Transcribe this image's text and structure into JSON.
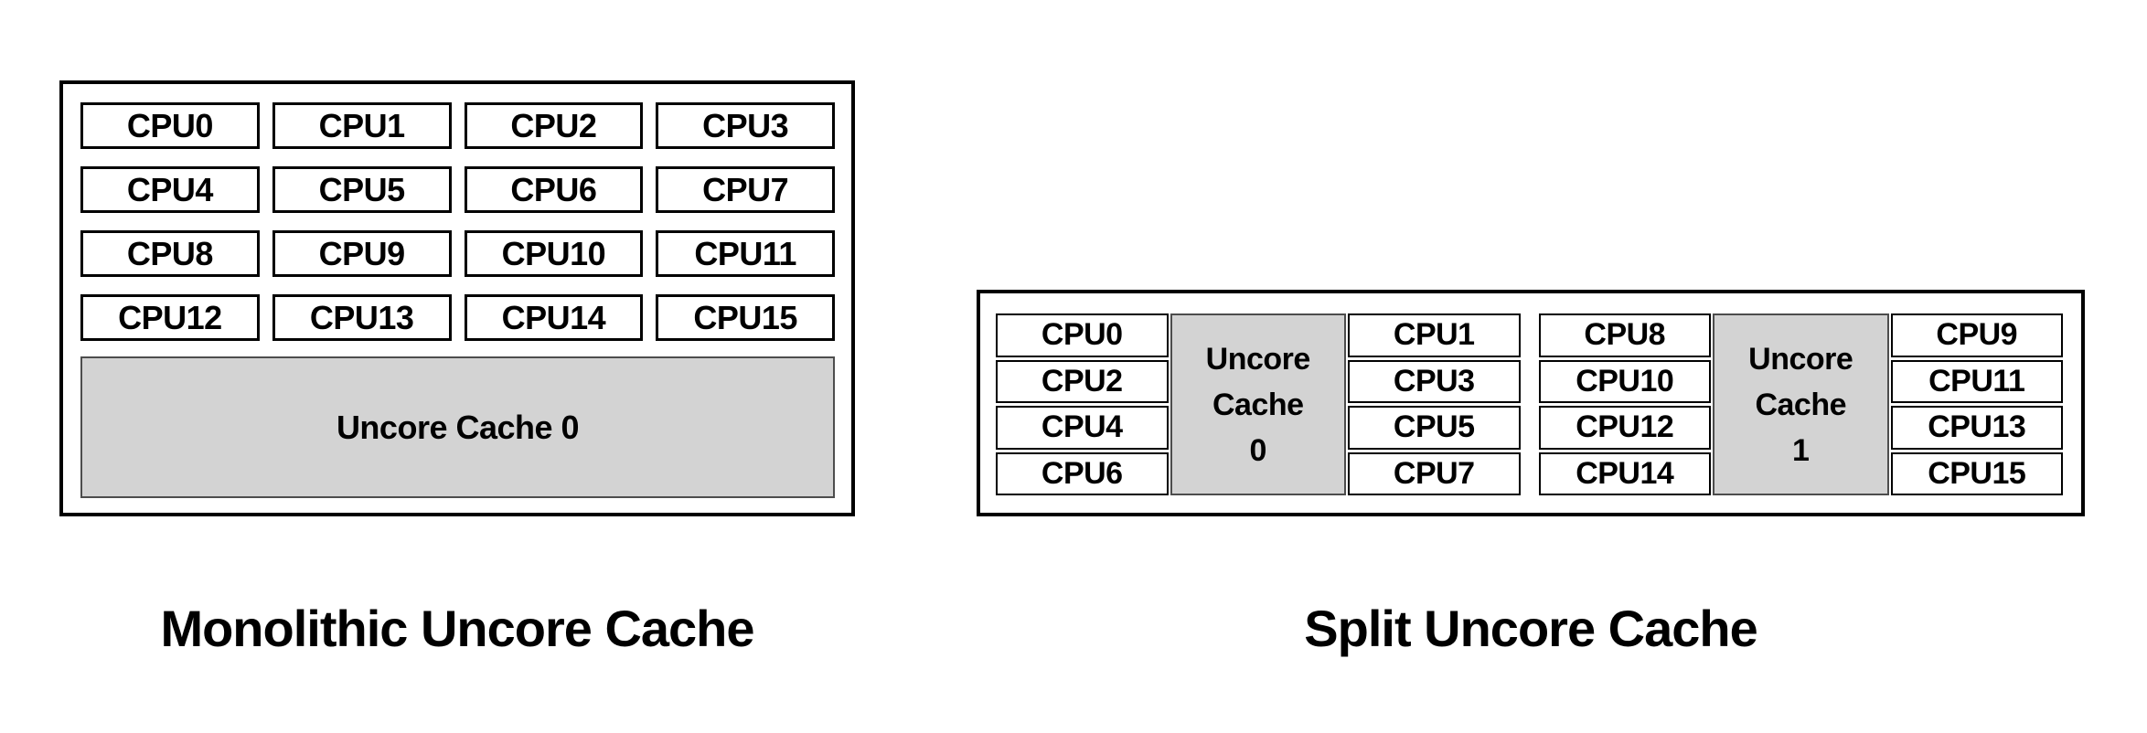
{
  "colors": {
    "background": "#ffffff",
    "border": "#000000",
    "cache_fill": "#d3d3d3",
    "cache_border": "#4d4d4d"
  },
  "monolithic": {
    "caption": "Monolithic Uncore Cache",
    "cpus": [
      "CPU0",
      "CPU1",
      "CPU2",
      "CPU3",
      "CPU4",
      "CPU5",
      "CPU6",
      "CPU7",
      "CPU8",
      "CPU9",
      "CPU10",
      "CPU11",
      "CPU12",
      "CPU13",
      "CPU14",
      "CPU15"
    ],
    "uncore_label": "Uncore Cache 0"
  },
  "split": {
    "caption": "Split Uncore Cache",
    "clusters": [
      {
        "left_cpus": [
          "CPU0",
          "CPU2",
          "CPU4",
          "CPU6"
        ],
        "uncore_label_lines": [
          "Uncore",
          "Cache",
          "0"
        ],
        "right_cpus": [
          "CPU1",
          "CPU3",
          "CPU5",
          "CPU7"
        ]
      },
      {
        "left_cpus": [
          "CPU8",
          "CPU10",
          "CPU12",
          "CPU14"
        ],
        "uncore_label_lines": [
          "Uncore",
          "Cache",
          "1"
        ],
        "right_cpus": [
          "CPU9",
          "CPU11",
          "CPU13",
          "CPU15"
        ]
      }
    ]
  }
}
